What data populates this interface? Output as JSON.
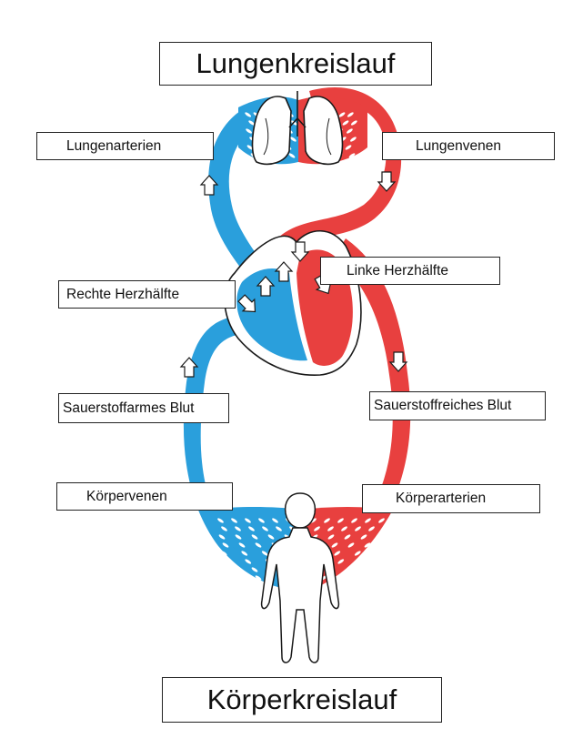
{
  "titles": {
    "pulmonary_circuit": "Lungenkreislauf",
    "systemic_circuit": "Körperkreislauf"
  },
  "labels": {
    "pulmonary_arteries": "Lungenarterien",
    "pulmonary_veins": "Lungenvenen",
    "left_heart": "Linke Herzhälfte",
    "right_heart": "Rechte Herzhälfte",
    "deoxygenated_blood": "Sauerstoffarmes Blut",
    "oxygenated_blood": "Sauerstoffreiches Blut",
    "body_veins": "Körpervenen",
    "body_arteries": "Körperarterien"
  },
  "colors": {
    "deoxygenated": "#2a9fdc",
    "oxygenated": "#e8403f",
    "outline": "#1a1a1a",
    "background": "#ffffff"
  },
  "icons": {
    "lungs": "lungs-icon",
    "heart": "heart-icon",
    "person": "human-silhouette-icon",
    "flow_arrow": "flow-arrow-icon"
  }
}
